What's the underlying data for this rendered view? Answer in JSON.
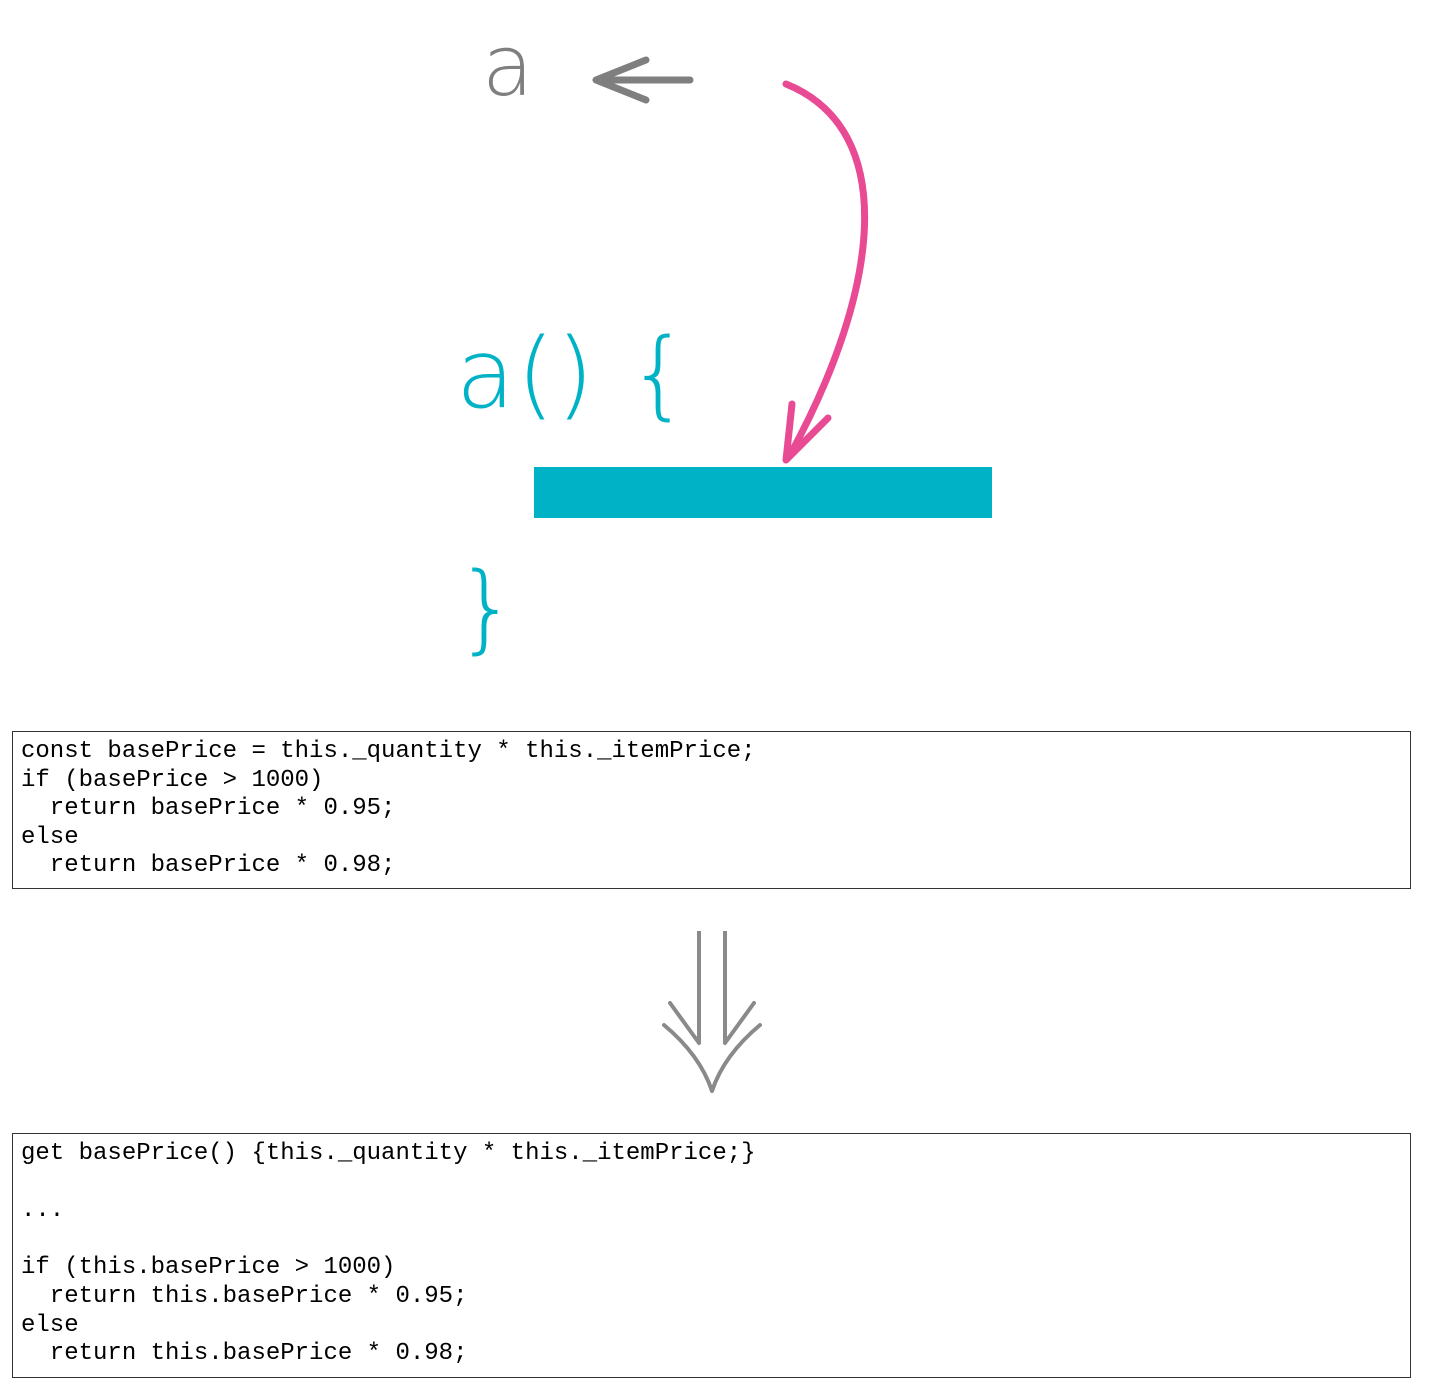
{
  "illustration": {
    "variable_label": "a",
    "function_open": "a() {",
    "function_close": "}",
    "colors": {
      "variable": "#7f7f7f",
      "function": "#00b2c6",
      "arrow": "#e84a93"
    }
  },
  "code_before": {
    "lines": [
      "const basePrice = this._quantity * this._itemPrice;",
      "if (basePrice > 1000)",
      "  return basePrice * 0.95;",
      "else",
      "  return basePrice * 0.98;"
    ]
  },
  "code_after": {
    "lines": [
      "get basePrice() {this._quantity * this._itemPrice;}",
      "",
      "...",
      "",
      "if (this.basePrice > 1000)",
      "  return this.basePrice * 0.95;",
      "else",
      "  return this.basePrice * 0.98;"
    ]
  }
}
